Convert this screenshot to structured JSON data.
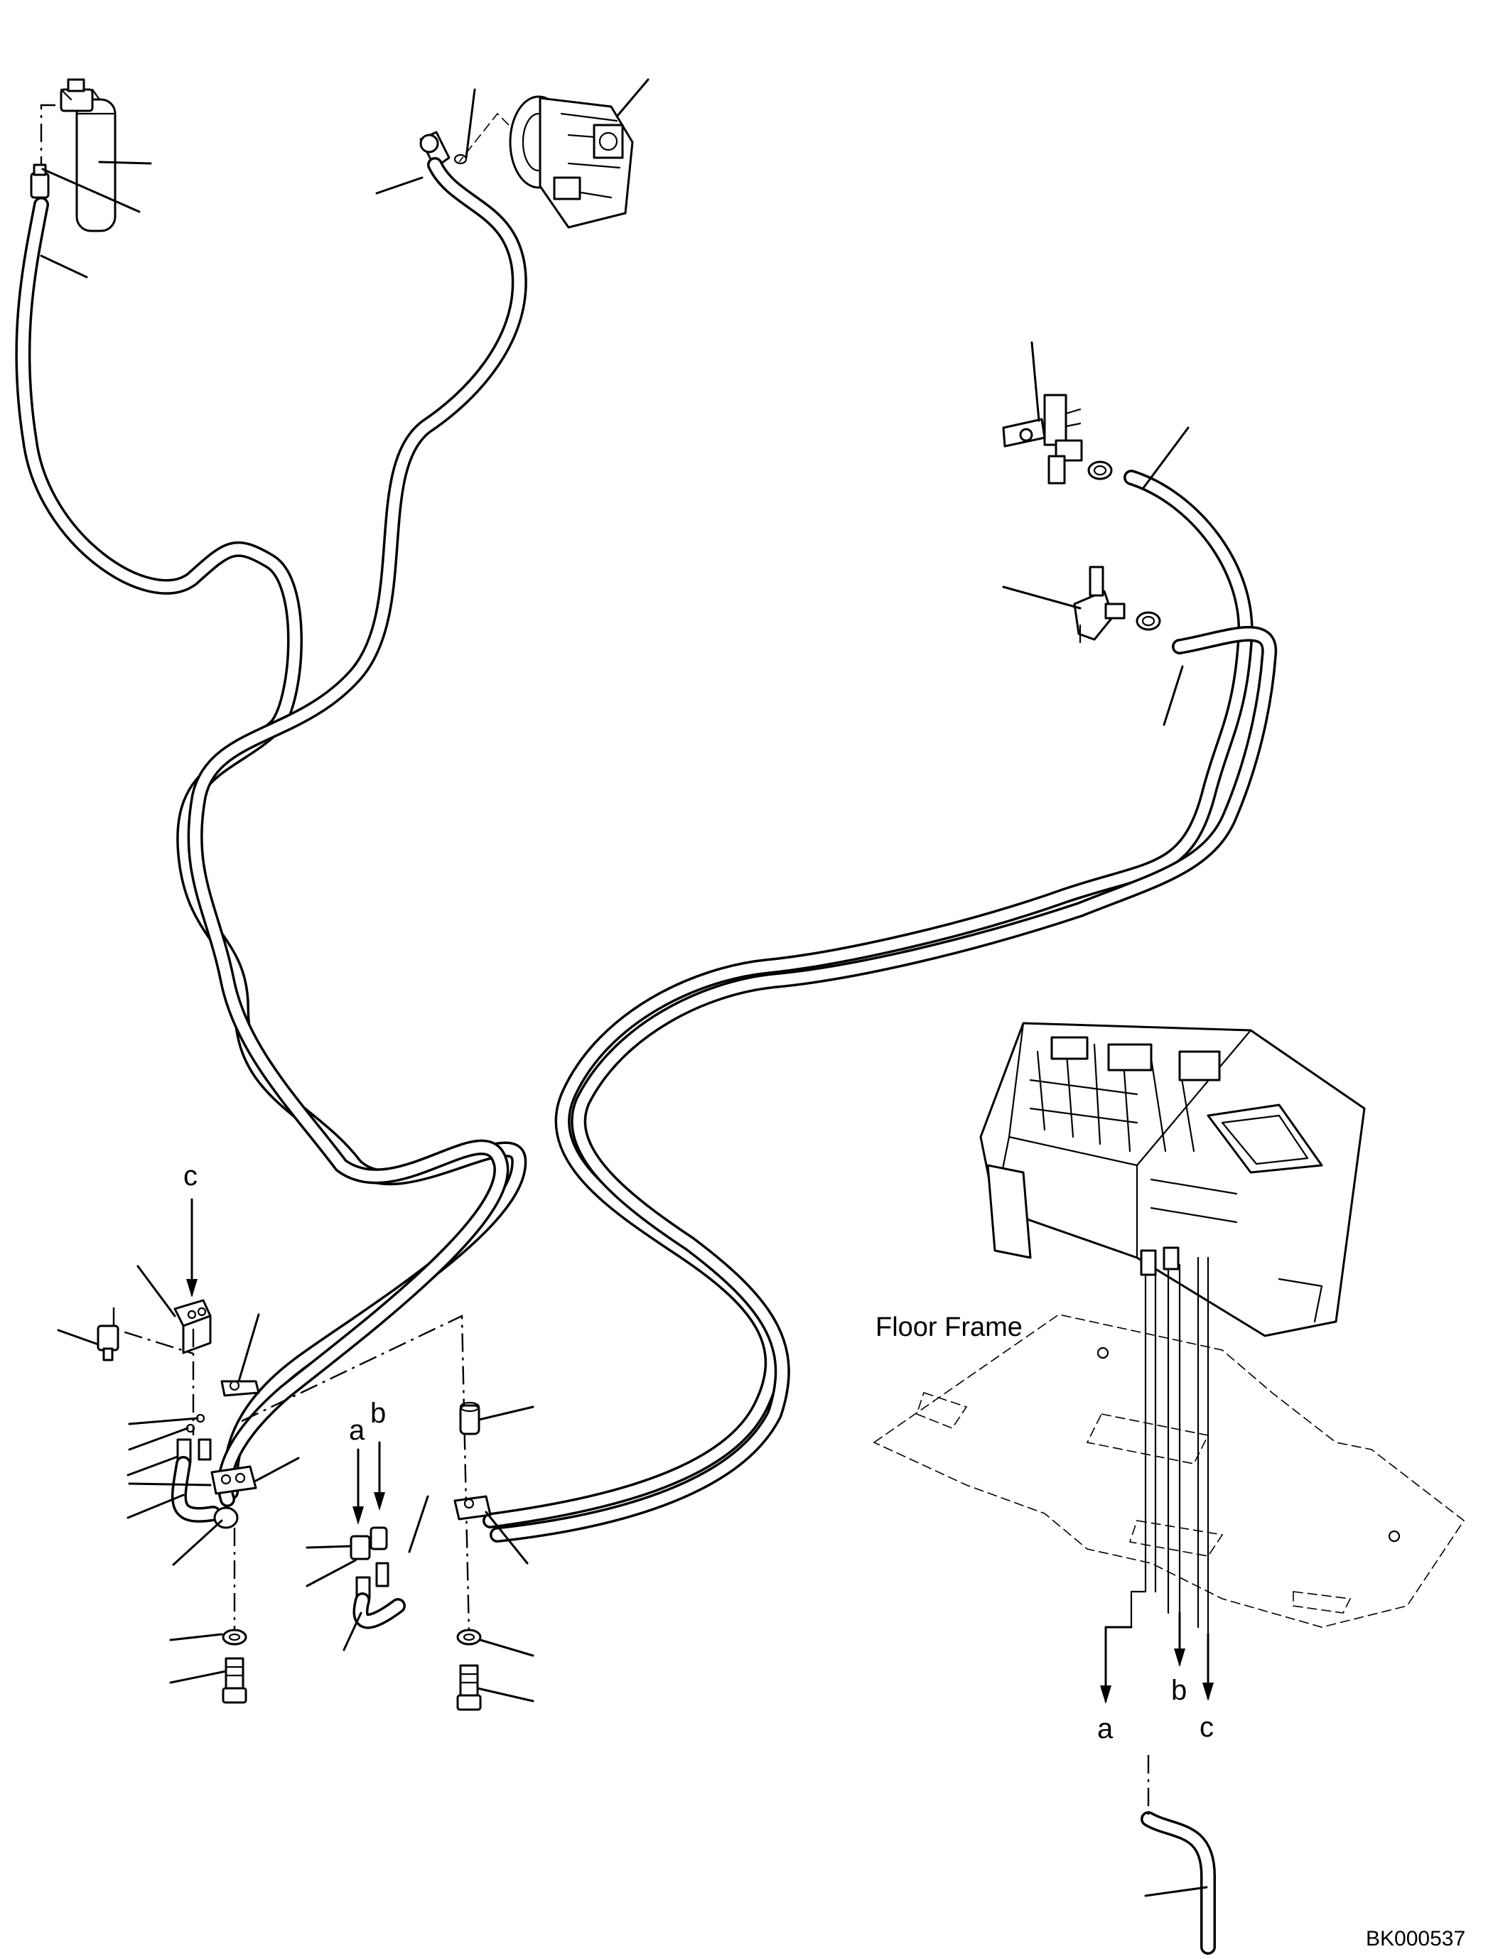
{
  "labels": {
    "floor_frame": "Floor Frame",
    "ref_a_left": "a",
    "ref_b_left": "b",
    "ref_c_left": "c",
    "ref_a_right": "a",
    "ref_b_right": "b",
    "ref_c_right": "c",
    "drawing_code": "BK000537"
  }
}
